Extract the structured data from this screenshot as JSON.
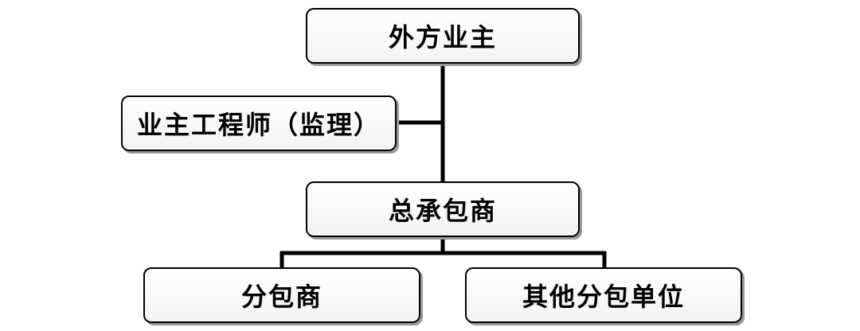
{
  "diagram": {
    "nodes": {
      "foreign_owner": "外方业主",
      "engineer": "业主工程师（监理）",
      "general_contractor": "总承包商",
      "subcontractor": "分包商",
      "other_subcontractors": "其他分包单位"
    },
    "relations": [
      {
        "from": "foreign_owner",
        "to": "general_contractor"
      },
      {
        "from": "engineer",
        "to": "foreign_owner"
      },
      {
        "from": "general_contractor",
        "to": "subcontractor"
      },
      {
        "from": "general_contractor",
        "to": "other_subcontractors"
      }
    ],
    "line_color": "#000000",
    "box_border_color": "#000000"
  }
}
